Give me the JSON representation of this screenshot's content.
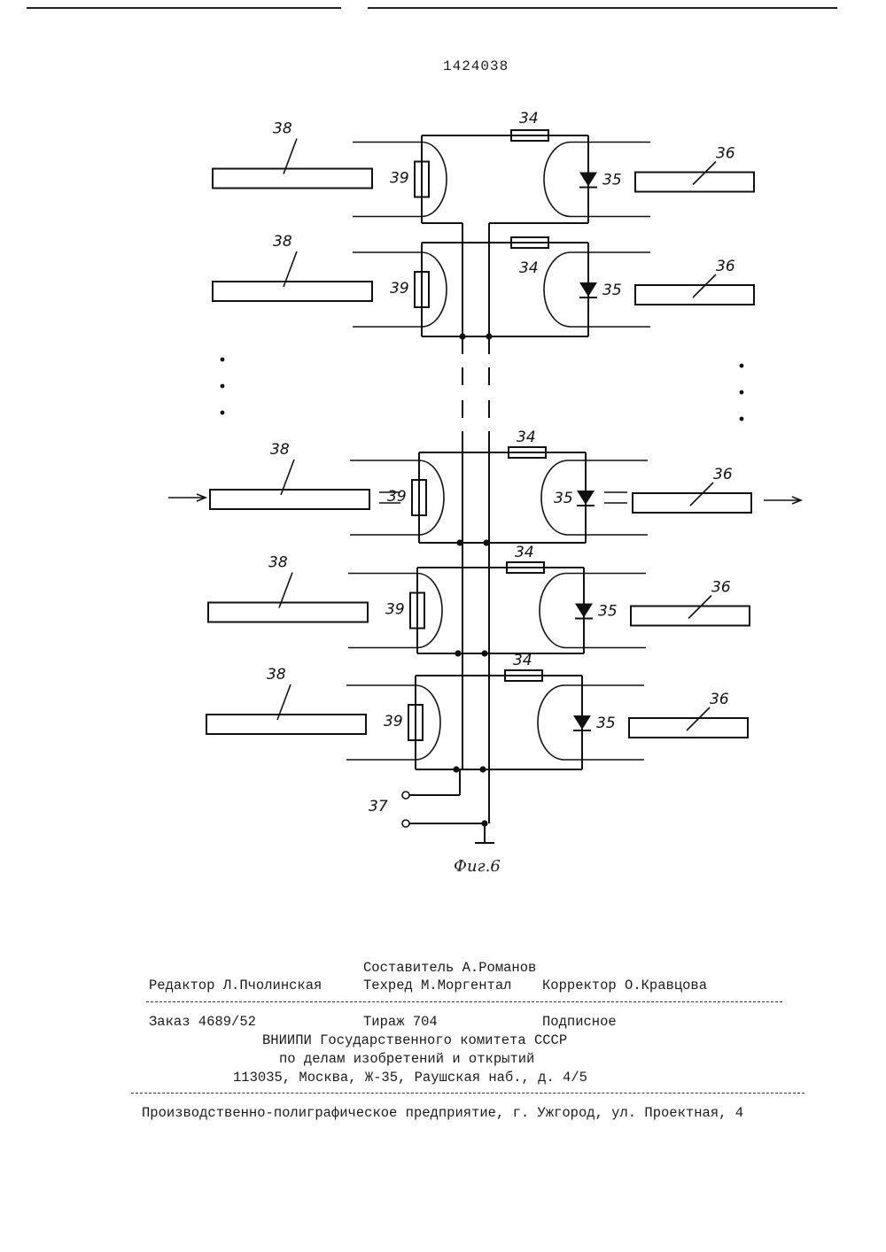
{
  "header": {
    "patent_number": "1424038"
  },
  "figure": {
    "caption": "Фиг.6",
    "labels": {
      "light_guide_in": "38",
      "photo_resistor": "39",
      "resistor": "34",
      "led": "35",
      "light_guide_out": "36",
      "terminal": "37"
    }
  },
  "footer": {
    "compiler": "Составитель А.Романов",
    "editor": "Редактор Л.Пчолинская",
    "techred": "Техред М.Моргентал",
    "corrector": "Корректор О.Кравцова",
    "order": "Заказ 4689/52",
    "circulation": "Тираж 704",
    "subscription": "Подписное",
    "org_line1": "ВНИИПИ Государственного комитета СССР",
    "org_line2": "по делам изобретений и открытий",
    "address": "113035, Москва, Ж-35, Раушская наб., д. 4/5",
    "printer": "Производственно-полиграфическое предприятие, г. Ужгород, ул. Проектная, 4"
  }
}
